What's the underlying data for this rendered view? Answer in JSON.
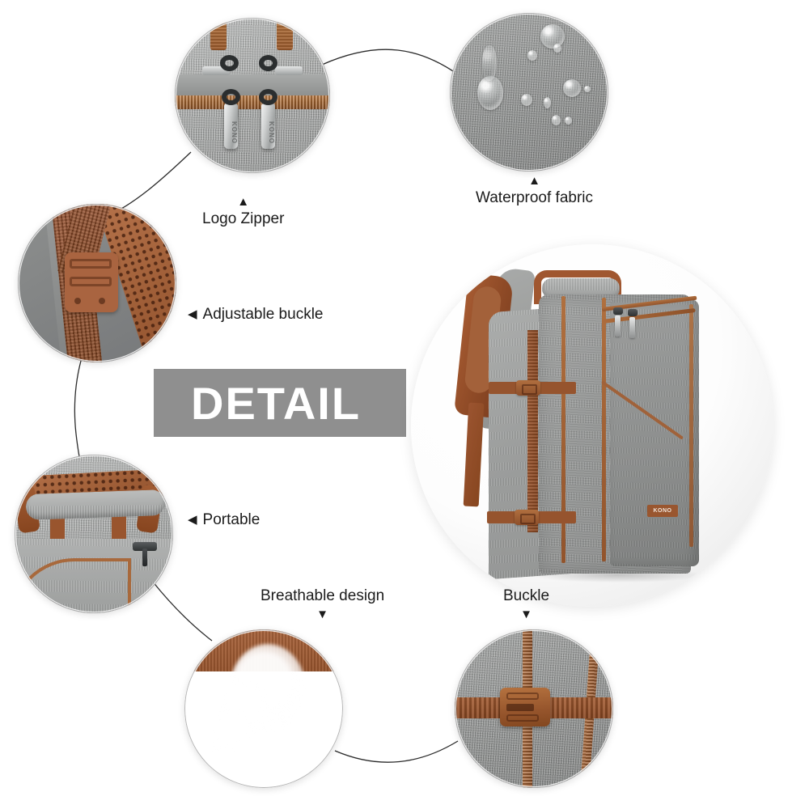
{
  "page": {
    "background_color": "#ffffff",
    "banner": {
      "text": "DETAIL",
      "bg_color": "#8f8f8f",
      "text_color": "#ffffff"
    }
  },
  "brand": {
    "name": "KONO",
    "zipper_pull_text": "KONO"
  },
  "labels": {
    "logo_zipper": {
      "text": "Logo Zipper",
      "marker": "▲",
      "marker_position": "above"
    },
    "waterproof_fabric": {
      "text": "Waterproof fabric",
      "marker": "▲",
      "marker_position": "above"
    },
    "adjustable_buckle": {
      "text": "Adjustable buckle",
      "marker": "◀",
      "marker_position": "left"
    },
    "portable": {
      "text": "Portable",
      "marker": "◀",
      "marker_position": "left"
    },
    "breathable_design": {
      "text": "Breathable design",
      "marker": "▼",
      "marker_position": "below"
    },
    "buckle": {
      "text": "Buckle",
      "marker": "▼",
      "marker_position": "below"
    }
  },
  "callouts": [
    {
      "id": "logo-zipper",
      "name": "Logo Zipper",
      "desc": "Two metal KONO branded zipper pulls on brown zipper tape over gray fabric"
    },
    {
      "id": "waterproof-fabric",
      "name": "Waterproof fabric",
      "desc": "Water droplets beading on gray woven fabric"
    },
    {
      "id": "adjustable-buckle",
      "name": "Adjustable buckle",
      "desc": "Brown webbing strap with slider adjuster over gray panel"
    },
    {
      "id": "portable",
      "name": "Portable",
      "desc": "Padded gray top carry handle with brown trim"
    },
    {
      "id": "breathable-design",
      "name": "Breathable design",
      "desc": "Brown honeycomb air mesh with airflow"
    },
    {
      "id": "buckle",
      "name": "Buckle",
      "desc": "Brown side-release buckle on horizontal webbing strap"
    }
  ],
  "product": {
    "type": "backpack",
    "body_color": "#8d8f8e",
    "trim_color": "#96542e",
    "logo_text": "KONO",
    "features": [
      "top handle",
      "shoulder straps",
      "front zip pocket",
      "two compression buckles",
      "diagonal slash pocket"
    ]
  },
  "colors": {
    "gray_fabric": "#8d8f8e",
    "brown_trim": "#96542e",
    "banner_gray": "#8f8f8f",
    "label_text": "#1b1b1b",
    "connector_line": "#2b2b2b"
  }
}
